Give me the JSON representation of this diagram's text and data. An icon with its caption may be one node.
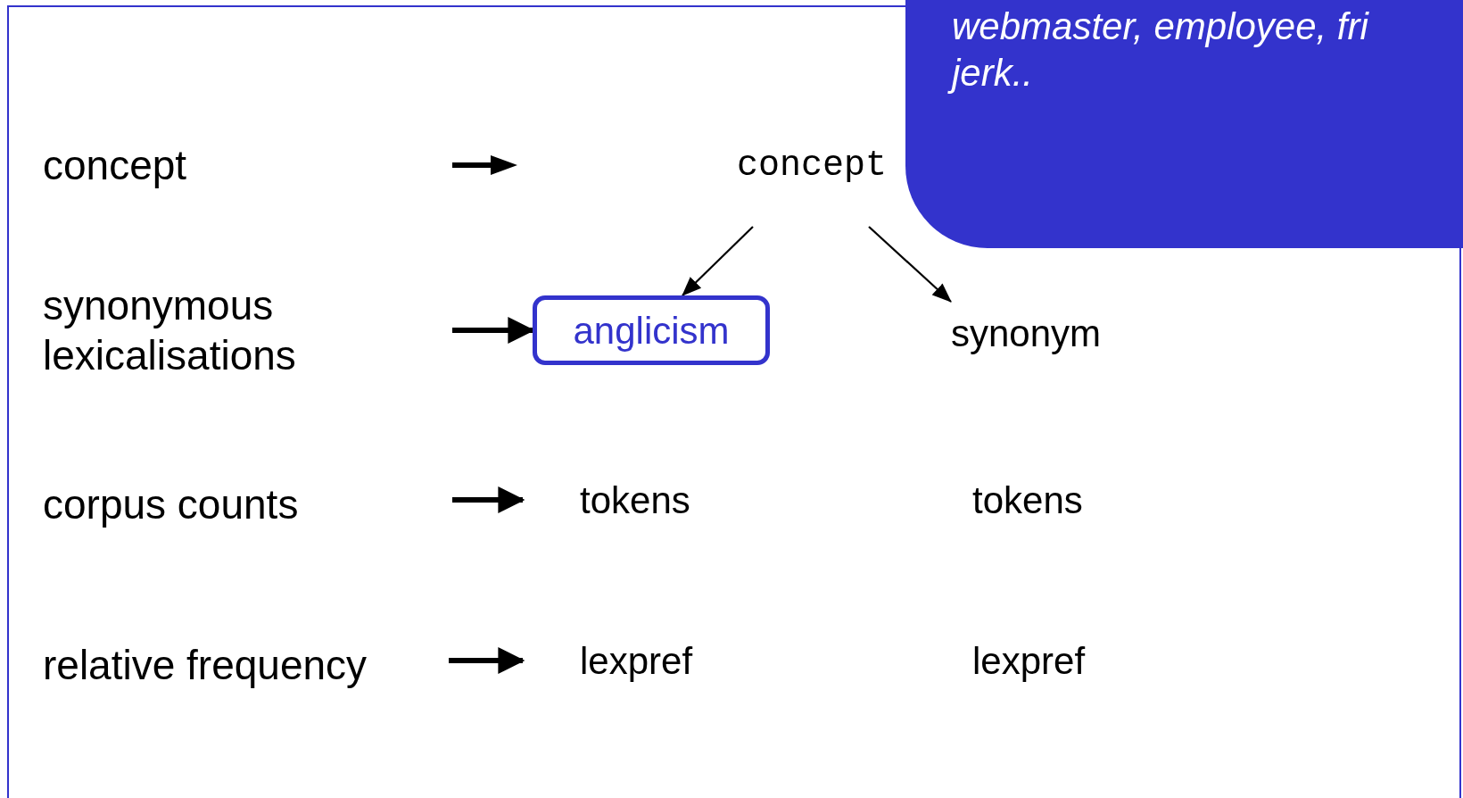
{
  "diagram": {
    "nodes": [
      {
        "text": [
          "concept"
        ]
      },
      {
        "text": [
          "synonymous lexicalisations"
        ]
      },
      {
        "text": [
          "corpus counts"
        ]
      },
      {
        "text": [
          "relative frequency"
        ]
      },
      {
        "text": [
          "concept"
        ]
      },
      {
        "text": [
          "anglicism"
        ]
      },
      {
        "text": [
          "synonym"
        ]
      },
      {
        "text": [
          "tokens"
        ]
      },
      {
        "text": [
          "tokens"
        ]
      },
      {
        "text": [
          "lexpref"
        ]
      },
      {
        "text": [
          "lexpref"
        ]
      },
      {
        "text": [
          "webmaster, employee, fri jerk.."
        ]
      }
    ],
    "edges": [
      {
        "from": null,
        "to": 5,
        "arrow": "to"
      },
      {
        "from": null,
        "to": 7,
        "arrow": "to"
      },
      {
        "from": 3,
        "to": 9,
        "arrow": "to"
      },
      {
        "from": 4,
        "to": 5,
        "arrow": "to"
      },
      {
        "from": 4,
        "to": 6,
        "arrow": "to"
      }
    ]
  }
}
